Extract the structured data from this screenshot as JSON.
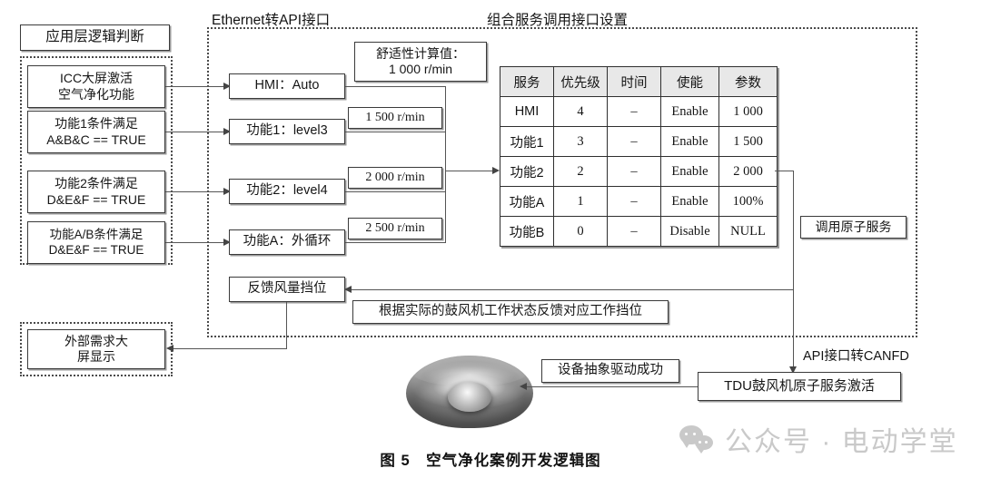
{
  "figure": {
    "caption": "图 5　空气净化案例开发逻辑图"
  },
  "headers": {
    "left_group": "应用层逻辑判断",
    "ethernet_api": "Ethernet转API接口",
    "composite_service": "组合服务调用接口设置"
  },
  "left_conditions": [
    {
      "line1": "ICC大屏激活",
      "line2": "空气净化功能"
    },
    {
      "line1": "功能1条件满足",
      "line2": "A&B&C == TRUE"
    },
    {
      "line1": "功能2条件满足",
      "line2": "D&E&F == TRUE"
    },
    {
      "line1": "功能A/B条件满足",
      "line2": "D&E&F == TRUE"
    }
  ],
  "external_display": {
    "line1": "外部需求大",
    "line2": "屏显示"
  },
  "api_nodes": [
    {
      "label": "HMI：Auto"
    },
    {
      "label": "功能1：level3"
    },
    {
      "label": "功能2：level4"
    },
    {
      "label": "功能A：外循环"
    }
  ],
  "feedback_node": {
    "label": "反馈风量挡位"
  },
  "comfort_note": {
    "line1": "舒适性计算值：",
    "line2": "1 000 r/min"
  },
  "rpm_tags": [
    {
      "value": "1 500 r/min"
    },
    {
      "value": "2 000 r/min"
    },
    {
      "value": "2 500 r/min"
    }
  ],
  "service_table": {
    "columns": [
      "服务",
      "优先级",
      "时间",
      "使能",
      "参数"
    ],
    "rows": [
      {
        "service": "HMI",
        "priority": "4",
        "time": "–",
        "enable": "Enable",
        "param": "1 000"
      },
      {
        "service": "功能1",
        "priority": "3",
        "time": "–",
        "enable": "Enable",
        "param": "1 500"
      },
      {
        "service": "功能2",
        "priority": "2",
        "time": "–",
        "enable": "Enable",
        "param": "2 000"
      },
      {
        "service": "功能A",
        "priority": "1",
        "time": "–",
        "enable": "Enable",
        "param": "100%"
      },
      {
        "service": "功能B",
        "priority": "0",
        "time": "–",
        "enable": "Disable",
        "param": "NULL"
      }
    ]
  },
  "annotations": {
    "atomic_service_call": "调用原子服务",
    "feedback_desc": "根据实际的鼓风机工作状态反馈对应工作挡位",
    "api_to_canfd": "API接口转CANFD",
    "device_driver_ok": "设备抽象驱动成功",
    "tdu_blower": "TDU鼓风机原子服务激活"
  },
  "watermark": {
    "text": "公众号 · 电动学堂"
  },
  "colors": {
    "box_border": "#3a3a3a",
    "line": "#555555",
    "dashed": "#4a4a4a",
    "table_header_bg": "#e8e8e8",
    "watermark": "#c9c9c9"
  }
}
